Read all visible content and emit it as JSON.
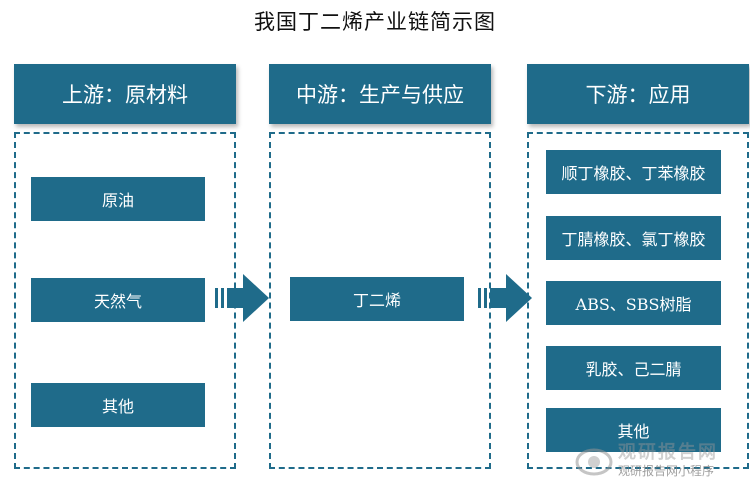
{
  "title": "我国丁二烯产业链简示图",
  "colors": {
    "primary": "#1f6b8a",
    "text_on_primary": "#ffffff"
  },
  "upstream": {
    "header": "上游：原材料",
    "items": [
      "原油",
      "天然气",
      "其他"
    ]
  },
  "midstream": {
    "header": "中游：生产与供应",
    "items": [
      "丁二烯"
    ]
  },
  "downstream": {
    "header": "下游：应用",
    "items": [
      "顺丁橡胶、丁苯橡胶",
      "丁腈橡胶、氯丁橡胶",
      "ABS、SBS树脂",
      "乳胶、己二腈",
      "其他"
    ]
  },
  "arrows": [
    "right-arrow-icon",
    "right-arrow-icon"
  ],
  "watermark": {
    "line1": "观研报告网",
    "line2": "观研报告网小程序",
    "icon": "logo-icon"
  }
}
